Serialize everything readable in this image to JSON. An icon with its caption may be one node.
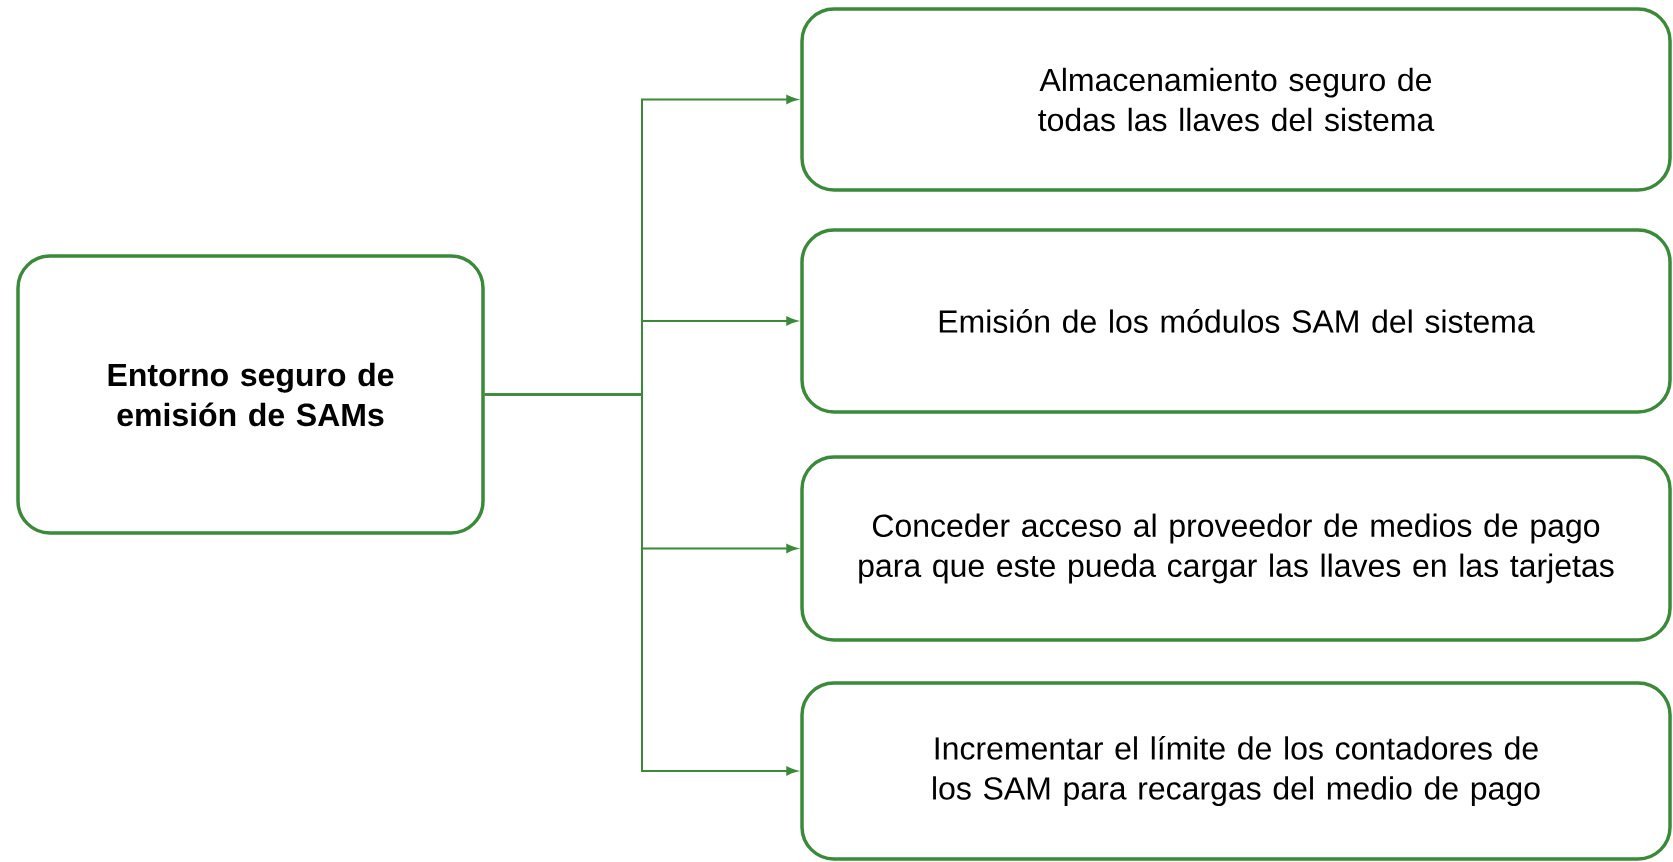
{
  "diagram": {
    "nodes": [
      {
        "text": [
          "Entorno seguro de emisión de SAMs"
        ]
      },
      {
        "text": [
          "Almacenamiento seguro de todas las llaves del sistema"
        ]
      },
      {
        "text": [
          "Emisión de los módulos SAM del sistema"
        ]
      },
      {
        "text": [
          "Conceder acceso al proveedor de medios de pago para que este pueda cargar las llaves en las tarjetas"
        ]
      },
      {
        "text": [
          "Incrementar el límite de los contadores de los SAM para recargas del medio de pago"
        ]
      }
    ],
    "edges": [
      {
        "from": 0,
        "to": 1,
        "arrow": "to"
      },
      {
        "from": 0,
        "to": 2,
        "arrow": "to"
      },
      {
        "from": 0,
        "to": 3,
        "arrow": "to"
      },
      {
        "from": 0,
        "to": 4,
        "arrow": "to"
      }
    ]
  }
}
